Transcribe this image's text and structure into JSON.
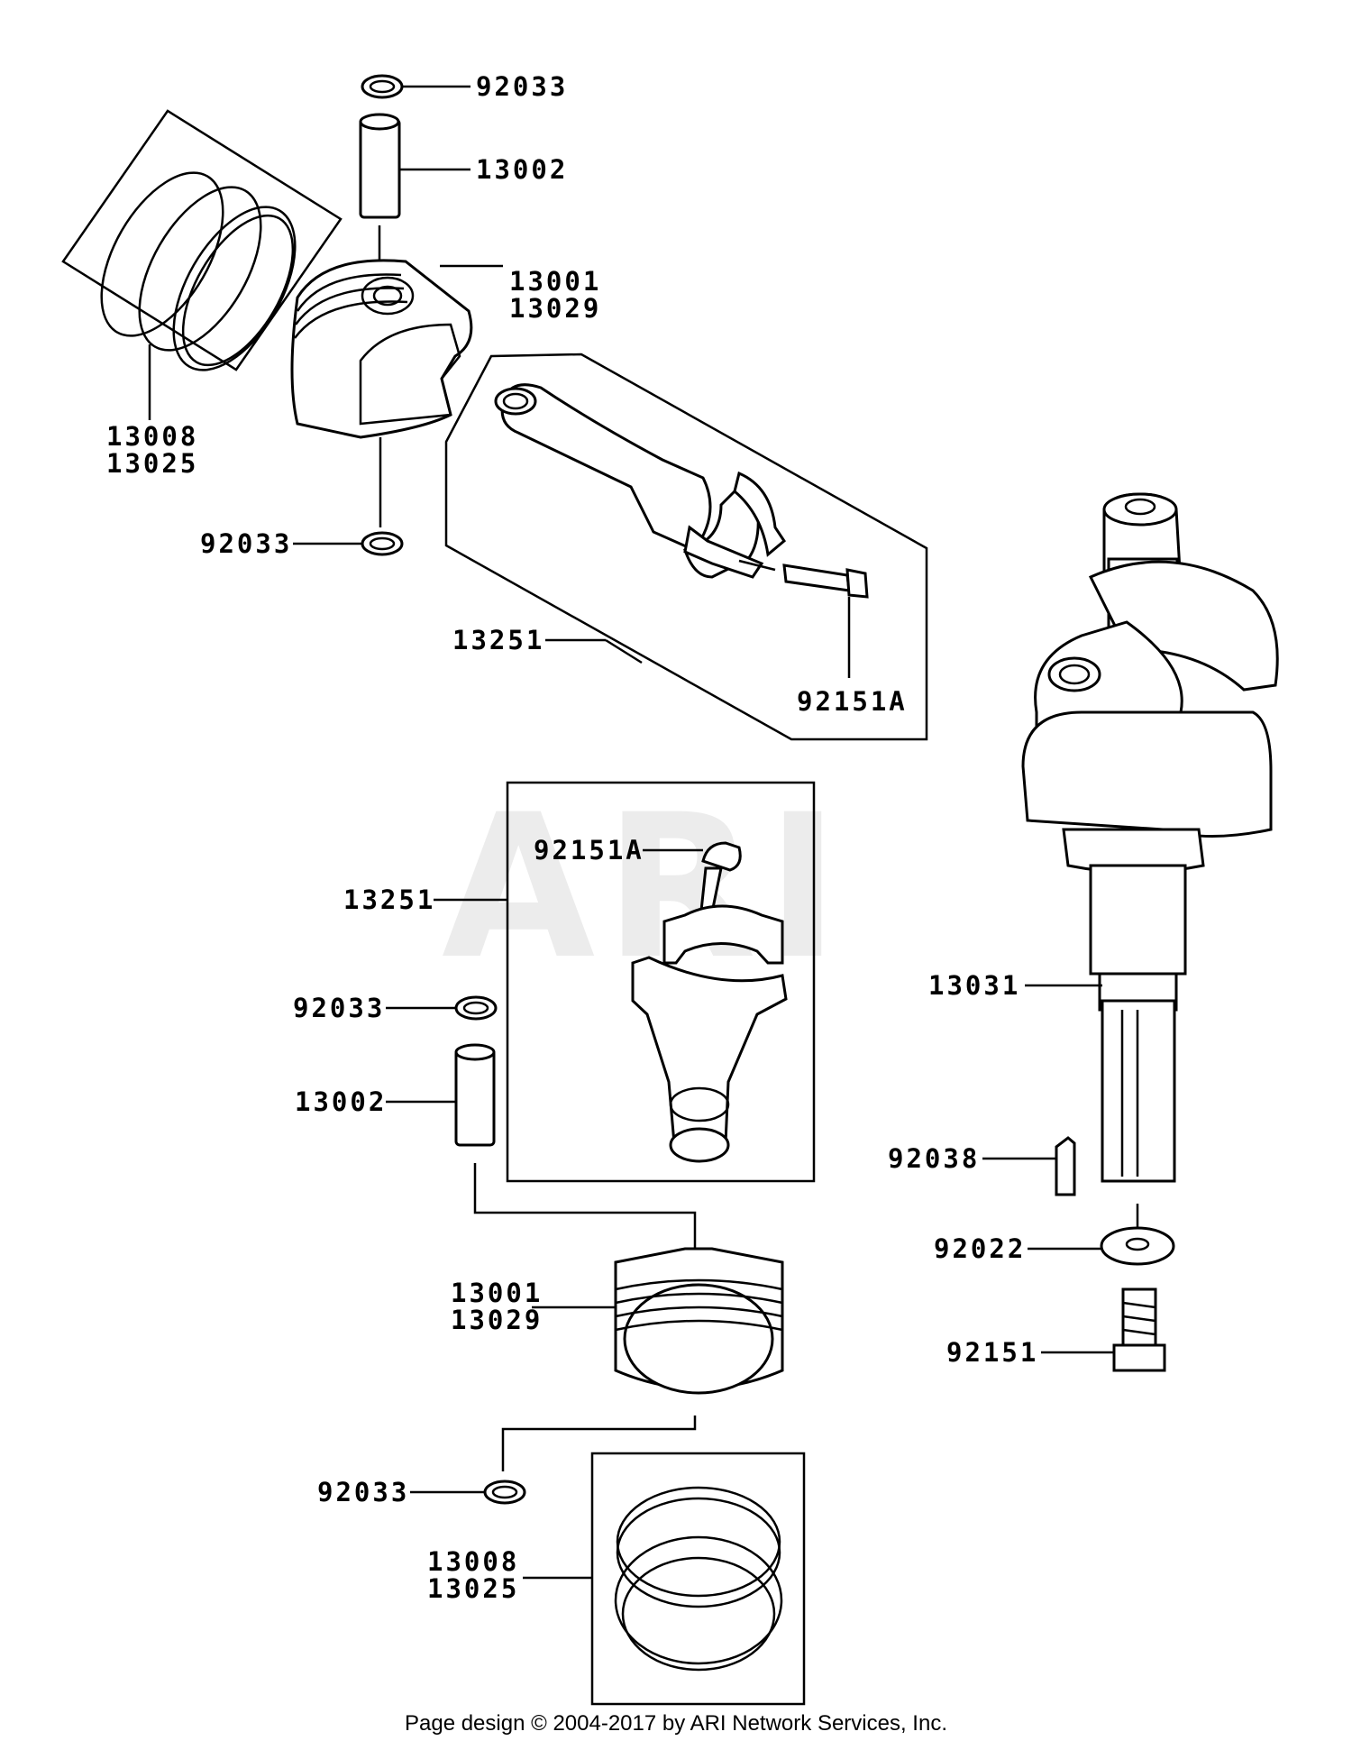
{
  "watermark": "ARI",
  "callouts": {
    "top_clip": "92033",
    "top_pin": "13002",
    "top_piston_a": "13001",
    "top_piston_b": "13029",
    "top_rings_a": "13008",
    "top_rings_b": "13025",
    "top_clip_lower": "92033",
    "top_rod": "13251",
    "top_rod_bolt": "92151A",
    "lower_rod_bolt": "92151A",
    "lower_rod": "13251",
    "lower_clip_upper": "92033",
    "lower_pin": "13002",
    "lower_piston_a": "13001",
    "lower_piston_b": "13029",
    "lower_clip_lower": "92033",
    "lower_rings_a": "13008",
    "lower_rings_b": "13025",
    "crankshaft": "13031",
    "key": "92038",
    "washer": "92022",
    "bolt": "92151"
  },
  "footer": "Page design © 2004-2017 by ARI Network Services, Inc."
}
